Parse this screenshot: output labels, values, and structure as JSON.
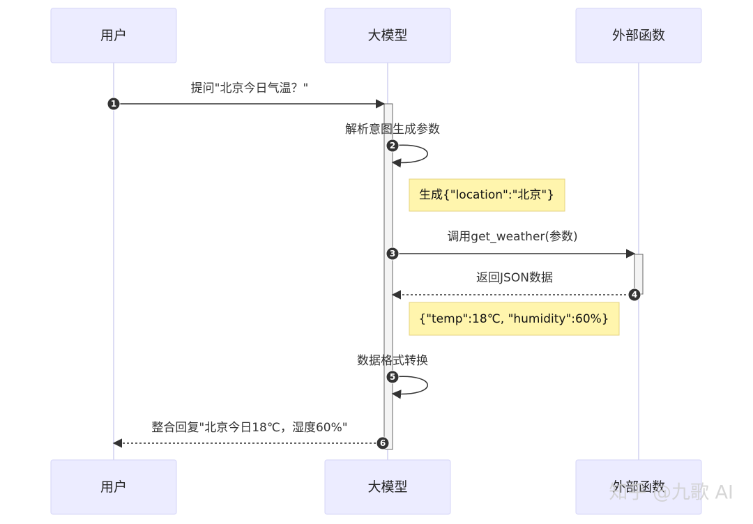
{
  "participants": [
    {
      "id": "user",
      "label": "用户"
    },
    {
      "id": "llm",
      "label": "大模型"
    },
    {
      "id": "func",
      "label": "外部函数"
    }
  ],
  "messages": [
    {
      "seq": "1",
      "from": "user",
      "to": "llm",
      "style": "solid",
      "label": "提问\"北京今日气温？\""
    },
    {
      "seq": "2",
      "from": "llm",
      "to": "llm",
      "style": "self",
      "label": "解析意图生成参数"
    },
    {
      "seq": "3",
      "from": "llm",
      "to": "func",
      "style": "solid",
      "label": "调用get_weather(参数)"
    },
    {
      "seq": "4",
      "from": "func",
      "to": "llm",
      "style": "dashed",
      "label": "返回JSON数据"
    },
    {
      "seq": "5",
      "from": "llm",
      "to": "llm",
      "style": "self",
      "label": "数据格式转换"
    },
    {
      "seq": "6",
      "from": "llm",
      "to": "user",
      "style": "dashed",
      "label": "整合回复\"北京今日18℃，湿度60%\""
    }
  ],
  "notes": [
    {
      "text": "生成{\"location\":\"北京\"}"
    },
    {
      "text": "{\"temp\":18℃, \"humidity\":60%}"
    }
  ],
  "watermark": "知乎 @九歌 AI"
}
